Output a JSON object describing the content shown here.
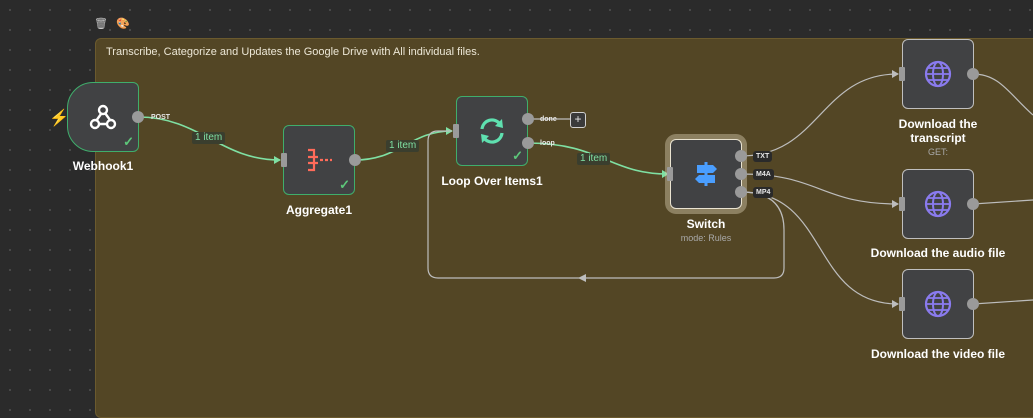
{
  "sticky": {
    "text": "Transcribe, Categorize and Updates the Google Drive with All individual files."
  },
  "toolbar": {
    "delete_icon": "trash-icon",
    "color_icon": "palette-icon"
  },
  "nodes": {
    "webhook": {
      "title": "Webhook1",
      "output": "POST"
    },
    "aggregate": {
      "title": "Aggregate1"
    },
    "loop": {
      "title": "Loop Over Items1",
      "out_done": "done",
      "out_loop": "loop"
    },
    "switch": {
      "title": "Switch",
      "subtitle": "mode: Rules",
      "out_txt": "TXT",
      "out_m4a": "M4A",
      "out_mp4": "MP4"
    },
    "transcript": {
      "title": "Download the transcript",
      "subtitle": "GET:"
    },
    "audio": {
      "title": "Download the audio file"
    },
    "video": {
      "title": "Download the video file"
    }
  },
  "edges": {
    "webhook_to_aggregate": "1 item",
    "aggregate_to_loop": "1 item",
    "loop_to_switch": "1 item"
  },
  "colors": {
    "accent_green": "#3fae6c",
    "sticky": "#534625",
    "globe": "#8a7bef",
    "switch_icon": "#4a9eff",
    "aggregate_icon": "#ff6b5a",
    "loop_icon": "#5fe0b0"
  }
}
